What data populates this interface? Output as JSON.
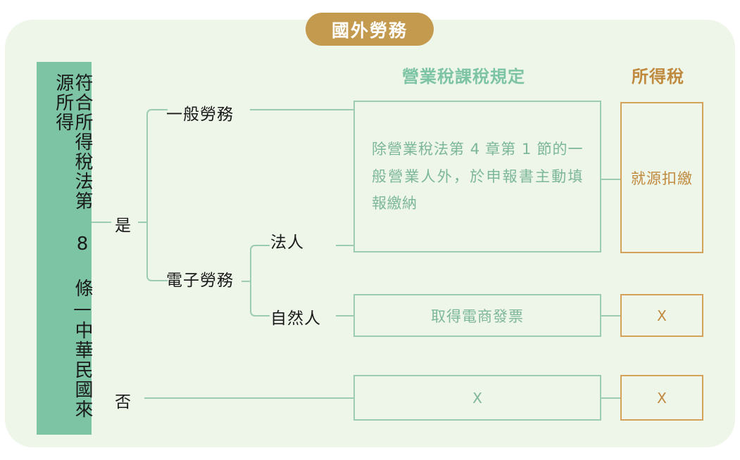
{
  "title": "國外勞務",
  "headers": {
    "vat": "營業稅課稅規定",
    "income": "所得稅"
  },
  "root": {
    "label": "符合所得稅法第 8 條—中華民國來源所得"
  },
  "branches": {
    "yes": "是",
    "no": "否",
    "general_service": "一般勞務",
    "electronic_service": "電子勞務",
    "legal_entity": "法人",
    "natural_person": "自然人"
  },
  "boxes": {
    "vat_main": "除營業稅法第 4 章第 1 節的一般營業人外，於申報書主動填報繳納",
    "vat_invoice": "取得電商發票",
    "vat_none": "X",
    "income_withholding": "就源扣繳",
    "income_none_1": "X",
    "income_none_2": "X"
  },
  "colors": {
    "card_bg": "#eef5e9",
    "green_bar": "#7cc4a4",
    "green_line": "#9ccdb4",
    "green_text": "#7cb79a",
    "green_header": "#7cc4a4",
    "orange_pill": "#c49a4e",
    "orange_border": "#d3a159",
    "orange_text": "#c08a3e",
    "body_text": "#1a1a1a"
  }
}
